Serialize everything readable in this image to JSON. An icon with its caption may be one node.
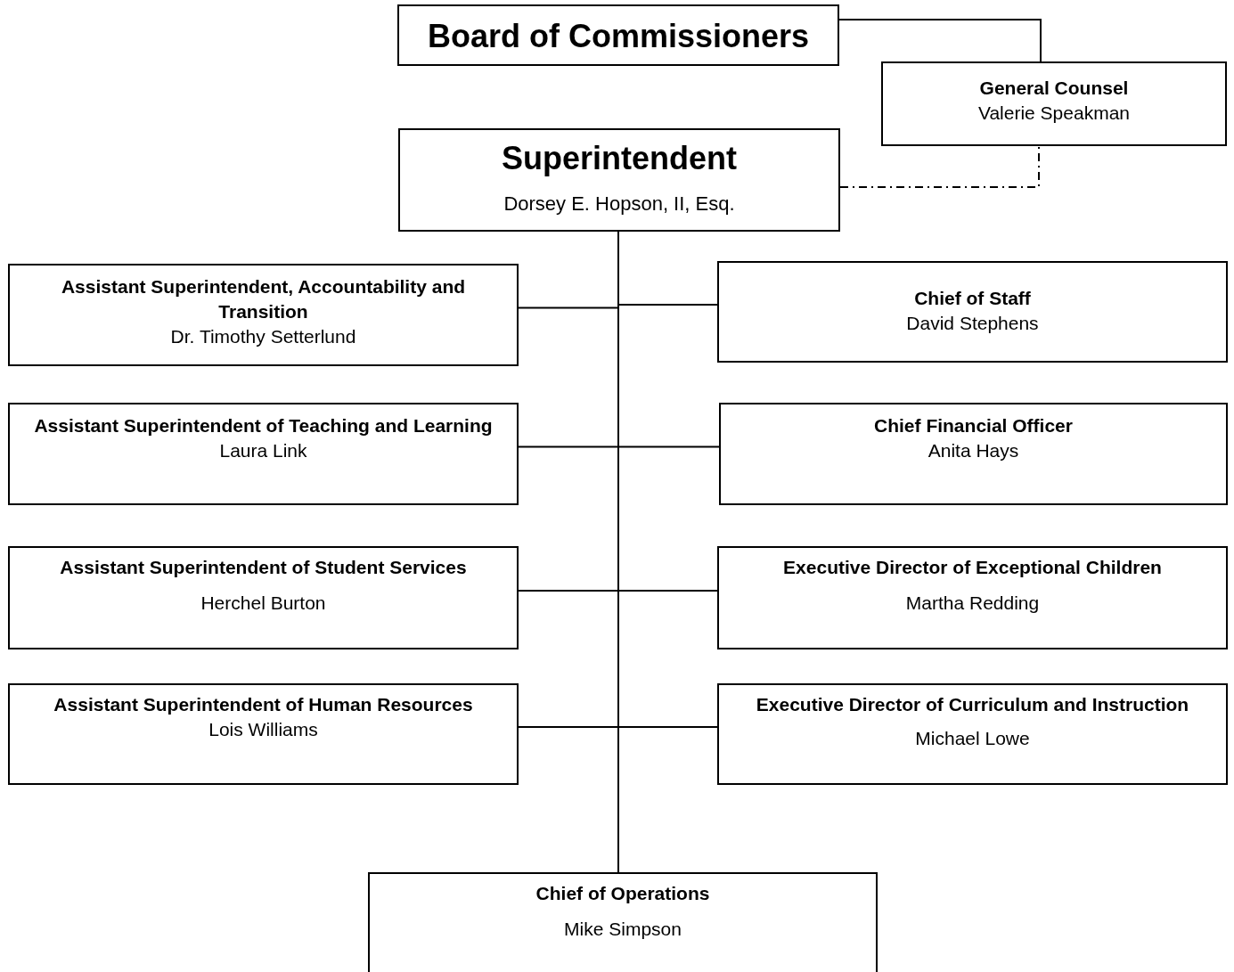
{
  "diagram": {
    "nodes": [
      {
        "text": [
          "Board of Commissioners"
        ]
      },
      {
        "text": [
          "General Counsel",
          "Valerie Speakman"
        ]
      },
      {
        "text": [
          "Superintendent",
          "Dorsey E. Hopson, II, Esq."
        ]
      },
      {
        "text": [
          "Assistant Superintendent, Accountability and Transition",
          "Dr. Timothy Setterlund"
        ]
      },
      {
        "text": [
          "Chief of Staff",
          "David Stephens"
        ]
      },
      {
        "text": [
          "Assistant Superintendent of Teaching and Learning",
          "Laura Link"
        ]
      },
      {
        "text": [
          "Chief Financial Officer",
          "Anita Hays"
        ]
      },
      {
        "text": [
          "Assistant Superintendent of Student Services",
          "Herchel Burton"
        ]
      },
      {
        "text": [
          "Executive Director of Exceptional Children",
          "Martha Redding"
        ]
      },
      {
        "text": [
          "Assistant Superintendent of Human Resources",
          "Lois Williams"
        ]
      },
      {
        "text": [
          "Executive Director of Curriculum and Instruction",
          "Michael Lowe"
        ]
      },
      {
        "text": [
          "Chief of Operations",
          "Mike Simpson"
        ]
      }
    ],
    "edges": [
      {
        "from": 0,
        "to": 1,
        "arrow": "none"
      },
      {
        "from": 2,
        "to": 1,
        "arrow": "none",
        "style": "dashed"
      },
      {
        "from": 2,
        "to": 3,
        "arrow": "none"
      },
      {
        "from": 2,
        "to": 4,
        "arrow": "none"
      },
      {
        "from": 2,
        "to": 5,
        "arrow": "none"
      },
      {
        "from": 2,
        "to": 6,
        "arrow": "none"
      },
      {
        "from": 2,
        "to": 7,
        "arrow": "none"
      },
      {
        "from": 2,
        "to": 8,
        "arrow": "none"
      },
      {
        "from": 2,
        "to": 9,
        "arrow": "none"
      },
      {
        "from": 2,
        "to": 10,
        "arrow": "none"
      },
      {
        "from": 2,
        "to": 11,
        "arrow": "none"
      }
    ]
  }
}
